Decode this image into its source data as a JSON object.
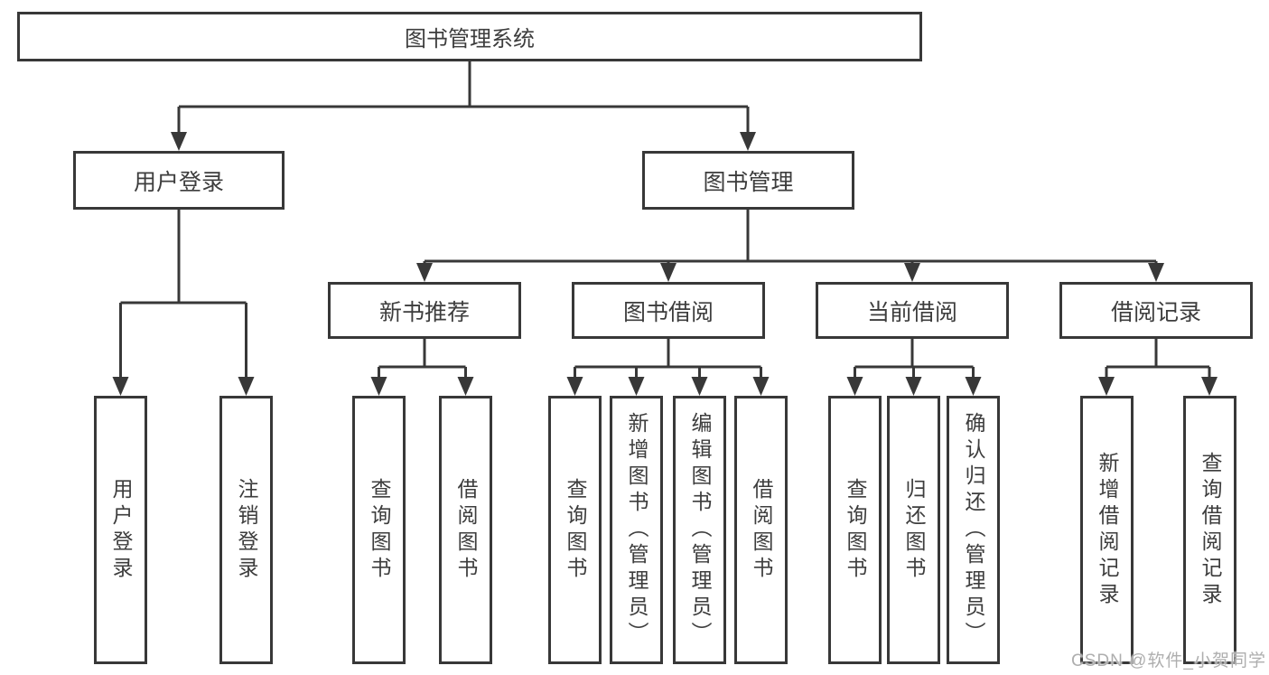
{
  "watermark": {
    "text": "CSDN @软件_小贺同学"
  },
  "colors": {
    "line": "#383838",
    "box_border": "#383838",
    "box_fill": "#ffffff",
    "text": "#3d3d3d",
    "watermark": "#aeaeae",
    "background": "#ffffff"
  },
  "tree": {
    "label": "图书管理系统",
    "children": [
      {
        "label": "用户登录",
        "children": [
          {
            "label": "用户登录"
          },
          {
            "label": "注销登录"
          }
        ]
      },
      {
        "label": "图书管理",
        "children": [
          {
            "label": "新书推荐",
            "children": [
              {
                "label": "查询图书"
              },
              {
                "label": "借阅图书"
              }
            ]
          },
          {
            "label": "图书借阅",
            "children": [
              {
                "label": "查询图书"
              },
              {
                "label": "新增图书（管理员）"
              },
              {
                "label": "编辑图书（管理员）"
              },
              {
                "label": "借阅图书"
              }
            ]
          },
          {
            "label": "当前借阅",
            "children": [
              {
                "label": "查询图书"
              },
              {
                "label": "归还图书"
              },
              {
                "label": "确认归还（管理员）"
              }
            ]
          },
          {
            "label": "借阅记录",
            "children": [
              {
                "label": "新增借阅记录"
              },
              {
                "label": "查询借阅记录"
              }
            ]
          }
        ]
      }
    ]
  }
}
